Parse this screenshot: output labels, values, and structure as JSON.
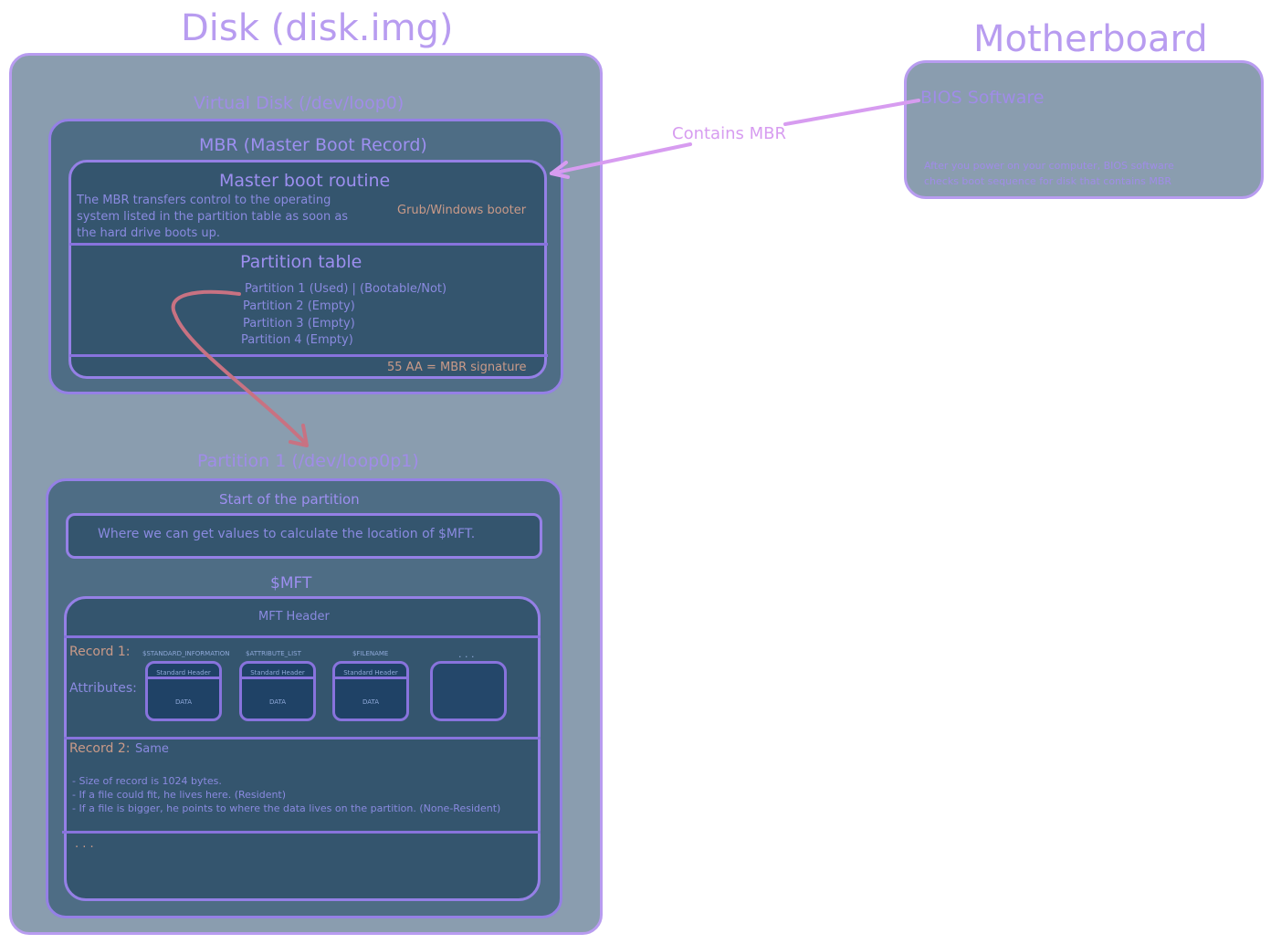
{
  "disk": {
    "title": "Disk (disk.img)",
    "virtual_disk_label": "Virtual Disk (/dev/loop0)",
    "mbr": {
      "title": "MBR (Master Boot Record)",
      "boot_routine": {
        "title": "Master boot routine",
        "description_lines": [
          "The MBR transfers control to the operating",
          "system listed in the partition table as soon as",
          "the hard drive boots up."
        ],
        "booter": "Grub/Windows booter"
      },
      "partition_table": {
        "title": "Partition table",
        "entries": [
          "Partition 1 (Used) | (Bootable/Not)",
          "Partition 2 (Empty)",
          "Partition 3 (Empty)",
          "Partition 4 (Empty)"
        ]
      },
      "signature": "55 AA = MBR signature"
    },
    "partition": {
      "title": "Partition 1 (/dev/loop0p1)",
      "start_label": "Start of the partition",
      "start_text": "Where we can get values to calculate the location of $MFT.",
      "mft": {
        "title": "$MFT",
        "header": "MFT Header",
        "record1": {
          "label": "Record 1:",
          "attributes_label": "Attributes:",
          "attributes": [
            {
              "name": "$STANDARD_INFORMATION",
              "header": "Standard Header",
              "data": "DATA"
            },
            {
              "name": "$ATTRIBUTE_LIST",
              "header": "Standard Header",
              "data": "DATA"
            },
            {
              "name": "$FILENAME",
              "header": "Standard Header",
              "data": "DATA"
            },
            {
              "name": ". . .",
              "header": "",
              "data": ""
            }
          ]
        },
        "record2": {
          "label": "Record 2:",
          "value": "Same",
          "notes": [
            "- Size of record is 1024 bytes.",
            "- If a file could fit, he lives here. (Resident)",
            "- If a file is bigger, he points to where the data lives on the partition. (None-Resident)"
          ]
        },
        "more": ". . ."
      }
    }
  },
  "motherboard": {
    "title": "Motherboard",
    "bios_title": "BIOS Software",
    "bios_note_lines": [
      "After you power on your computer, BIOS software",
      "checks boot sequence for disk that contains MBR"
    ]
  },
  "arrows": {
    "contains_mbr": "Contains MBR"
  },
  "colors": {
    "outer_fill": "#8a9daf",
    "mid_fill": "#4e6d85",
    "inner_fill": "#34556e",
    "stroke": "#9580e6",
    "title_purple": "#b89cf0",
    "arrow_red": "#c87282",
    "arrow_violet": "#d79cf0"
  }
}
